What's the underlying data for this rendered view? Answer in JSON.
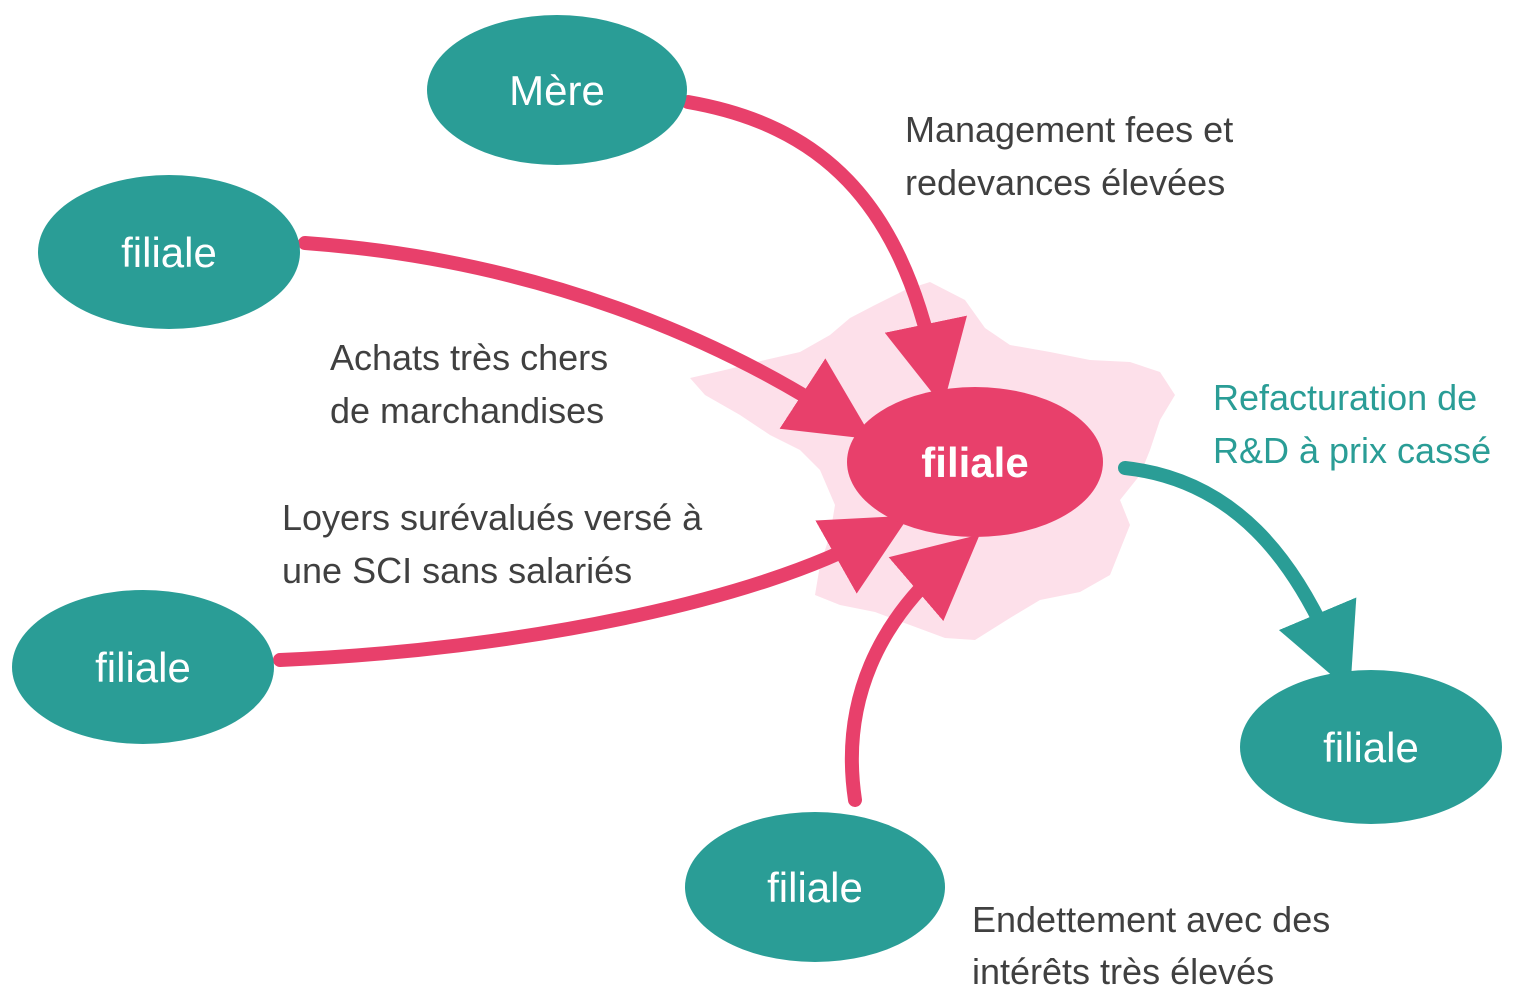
{
  "colors": {
    "teal": "#2a9d96",
    "pink": "#e8406b",
    "map_fill": "#fde0ea",
    "caption_text": "#404040",
    "node_text": "#ffffff"
  },
  "nodes": {
    "mere": "Mère",
    "filiale_top_left": "filiale",
    "filiale_center": "filiale",
    "filiale_left_bottom": "filiale",
    "filiale_bottom": "filiale",
    "filiale_right": "filiale"
  },
  "flows": {
    "management": {
      "line1": "Management fees et",
      "line2": "redevances élevées"
    },
    "achats": {
      "line1": "Achats très chers",
      "line2": "de marchandises"
    },
    "loyers": {
      "line1": "Loyers surévalués versé à",
      "line2": "une SCI sans salariés"
    },
    "refacturation": {
      "line1": "Refacturation de",
      "line2": "R&D à prix cassé"
    },
    "endettement": {
      "line1": "Endettement avec des",
      "line2": "intérêts très élevés"
    }
  }
}
